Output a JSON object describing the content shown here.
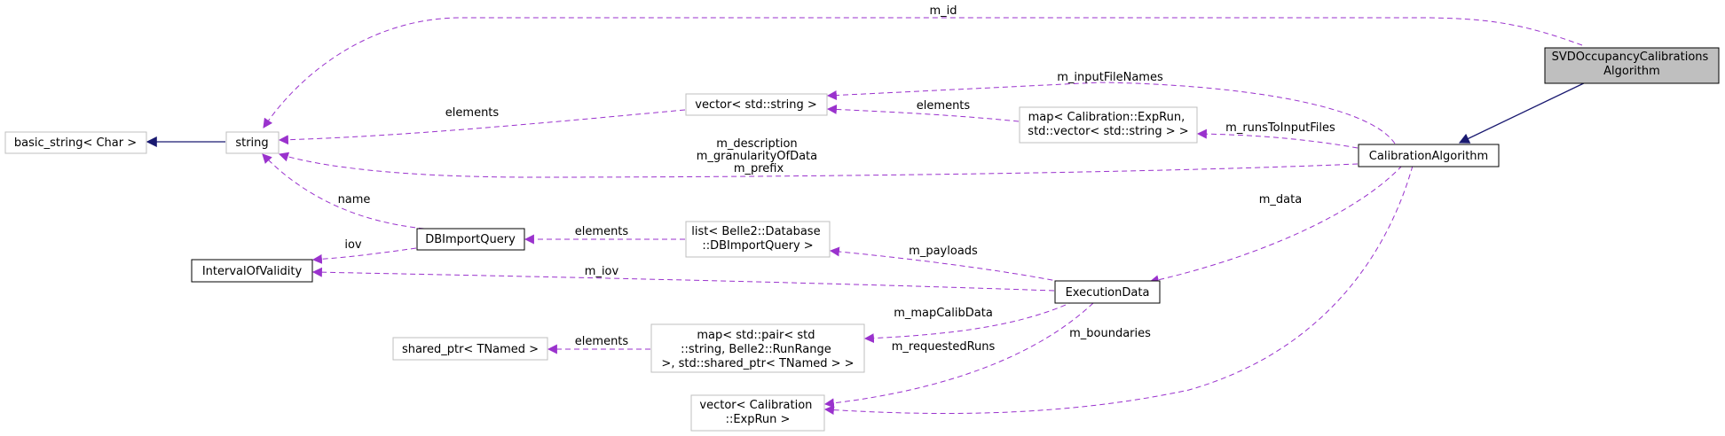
{
  "nodes": {
    "svd_algo": [
      "SVDOccupancyCalibrations",
      "Algorithm"
    ],
    "calib_algo": [
      "CalibrationAlgorithm"
    ],
    "string": [
      "string"
    ],
    "basic_string": [
      "basic_string< Char >"
    ],
    "vector_string": [
      "vector< std::string >"
    ],
    "map_exprun": [
      "map< Calibration::ExpRun,",
      "std::vector< std::string > >"
    ],
    "dbimportquery": [
      "DBImportQuery"
    ],
    "interval_validity": [
      "IntervalOfValidity"
    ],
    "list_dbimport": [
      "list< Belle2::Database",
      "::DBImportQuery >"
    ],
    "execution_data": [
      "ExecutionData"
    ],
    "shared_ptr_tnamed": [
      "shared_ptr< TNamed >"
    ],
    "map_pair": [
      "map< std::pair< std",
      "::string, Belle2::RunRange",
      " >, std::shared_ptr< TNamed > >"
    ],
    "vector_exprun": [
      "vector< Calibration",
      "::ExpRun >"
    ]
  },
  "edge_labels": {
    "m_id": [
      "m_id"
    ],
    "m_inputFileNames": [
      "m_inputFileNames"
    ],
    "elements_vec_string": [
      "elements"
    ],
    "elements_map_vec": [
      "elements"
    ],
    "m_runsToInputFiles": [
      "m_runsToInputFiles"
    ],
    "m_description": [
      "m_description",
      "m_granularityOfData",
      "m_prefix"
    ],
    "name": [
      "name"
    ],
    "iov": [
      "iov"
    ],
    "elements_list_db": [
      "elements"
    ],
    "m_data": [
      "m_data"
    ],
    "m_payloads": [
      "m_payloads"
    ],
    "m_iov": [
      "m_iov"
    ],
    "m_mapCalibData": [
      "m_mapCalibData"
    ],
    "elements_shared": [
      "elements"
    ],
    "m_requestedRuns": [
      "m_requestedRuns"
    ],
    "m_boundaries": [
      "m_boundaries"
    ]
  },
  "colors": {
    "usage_edge": "#9a32cd",
    "inheritance_edge": "#191970",
    "highlight_fill": "#bfbfbf",
    "external_border": "#bfbfbf"
  }
}
